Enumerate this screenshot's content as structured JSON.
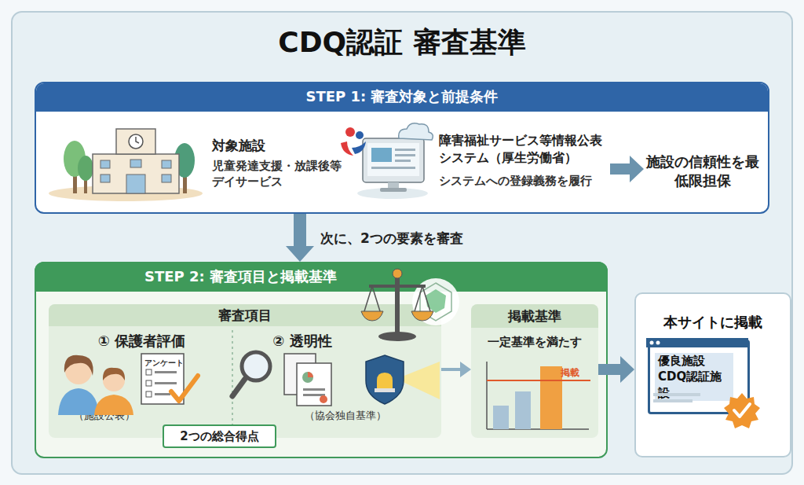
{
  "diagram": {
    "title": "CDQ認証 審査基準",
    "nodes": [
      {
        "text": [
          "STEP 1: 審査対象と前提条件"
        ]
      },
      {
        "text": [
          "対象施設",
          "児童発達支援・放課後等デイサービス"
        ],
        "in": 0
      },
      {
        "text": [
          "障害福祉サービス等情報公表システム（厚生労働省）",
          "システムへの登録義務を履行"
        ],
        "in": 0
      },
      {
        "text": [
          "施設の信頼性を最低限担保"
        ],
        "in": 0
      },
      {
        "text": [
          "STEP 2: 審査項目と掲載基準"
        ]
      },
      {
        "text": [
          "審査項目"
        ],
        "in": 4
      },
      {
        "text": [
          "① 保護者評価",
          "（施設公表）"
        ],
        "in": 5
      },
      {
        "text": [
          "② 透明性",
          "（協会独自基準）"
        ],
        "in": 5
      },
      {
        "text": [
          "2つの総合得点"
        ],
        "in": 5
      },
      {
        "text": [
          "掲載基準",
          "一定基準を満たす"
        ],
        "in": 4
      },
      {
        "text": [
          "本サイトに掲載"
        ]
      },
      {
        "text": [
          "優良施設 CDQ認証施設"
        ],
        "in": 10
      }
    ],
    "edges": [
      {
        "from": 2,
        "to": 3,
        "arrow": "to"
      },
      {
        "from": 0,
        "to": 4,
        "label": "次に、2つの要素を審査",
        "arrow": "to"
      },
      {
        "from": 5,
        "to": 9,
        "arrow": "to"
      },
      {
        "from": 9,
        "to": 10,
        "arrow": "to"
      }
    ],
    "labels": [
      "アンケート",
      "掲載"
    ]
  }
}
